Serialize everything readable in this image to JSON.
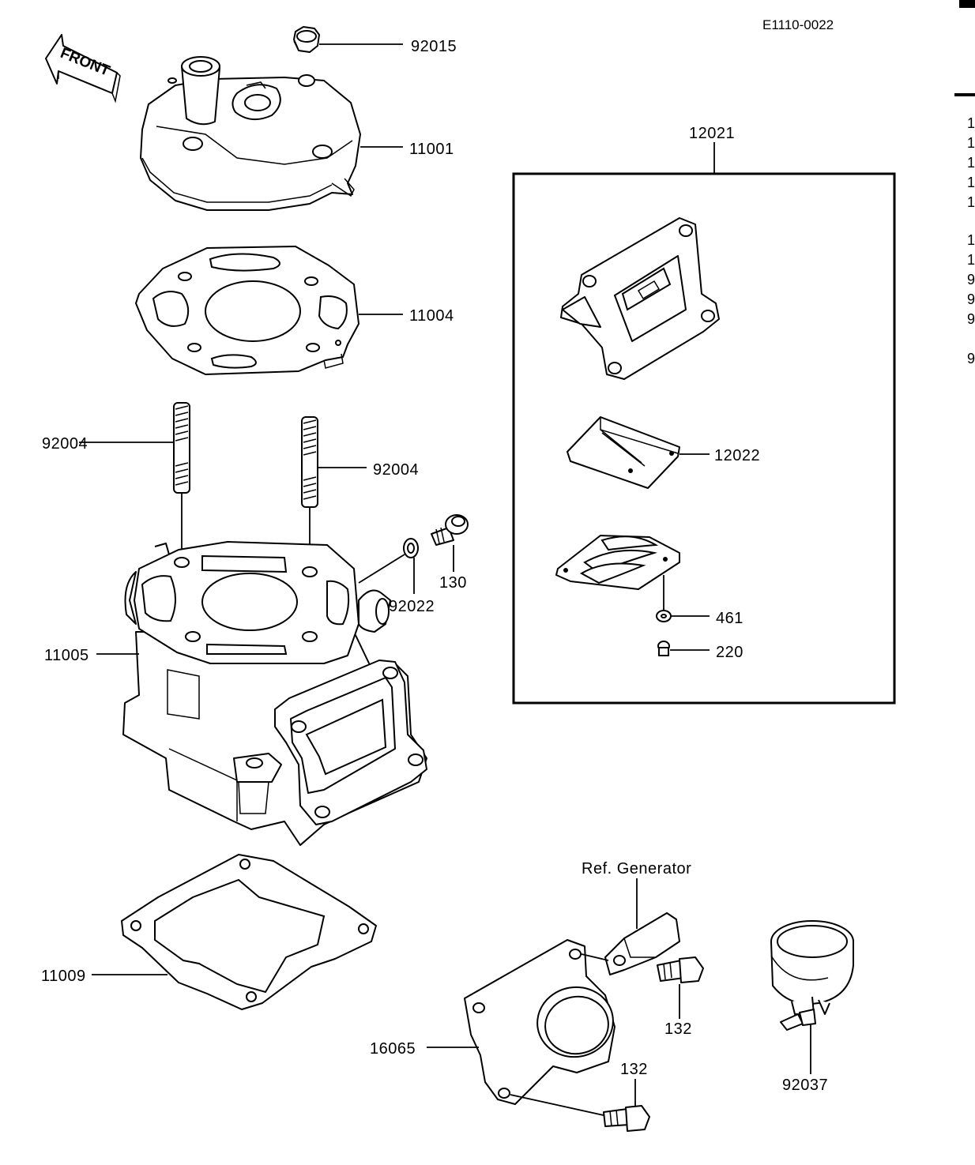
{
  "diagram_code": "E1110-0022",
  "front_label": "FRONT",
  "labels": {
    "p92015": "92015",
    "p11001": "11001",
    "p11004": "11004",
    "p92004_left": "92004",
    "p92004_right": "92004",
    "p130": "130",
    "p92022": "92022",
    "p11005": "11005",
    "p11009": "11009",
    "p12021": "12021",
    "p12022": "12022",
    "p461": "461",
    "p220": "220",
    "ref_generator": "Ref. Generator",
    "p132_upper": "132",
    "p132_lower": "132",
    "p16065": "16065",
    "p92037": "92037"
  },
  "cropped_margin_text": [
    "1",
    "1",
    "1",
    "1",
    "1",
    "1",
    "1",
    "9",
    "9",
    "9",
    "9"
  ]
}
